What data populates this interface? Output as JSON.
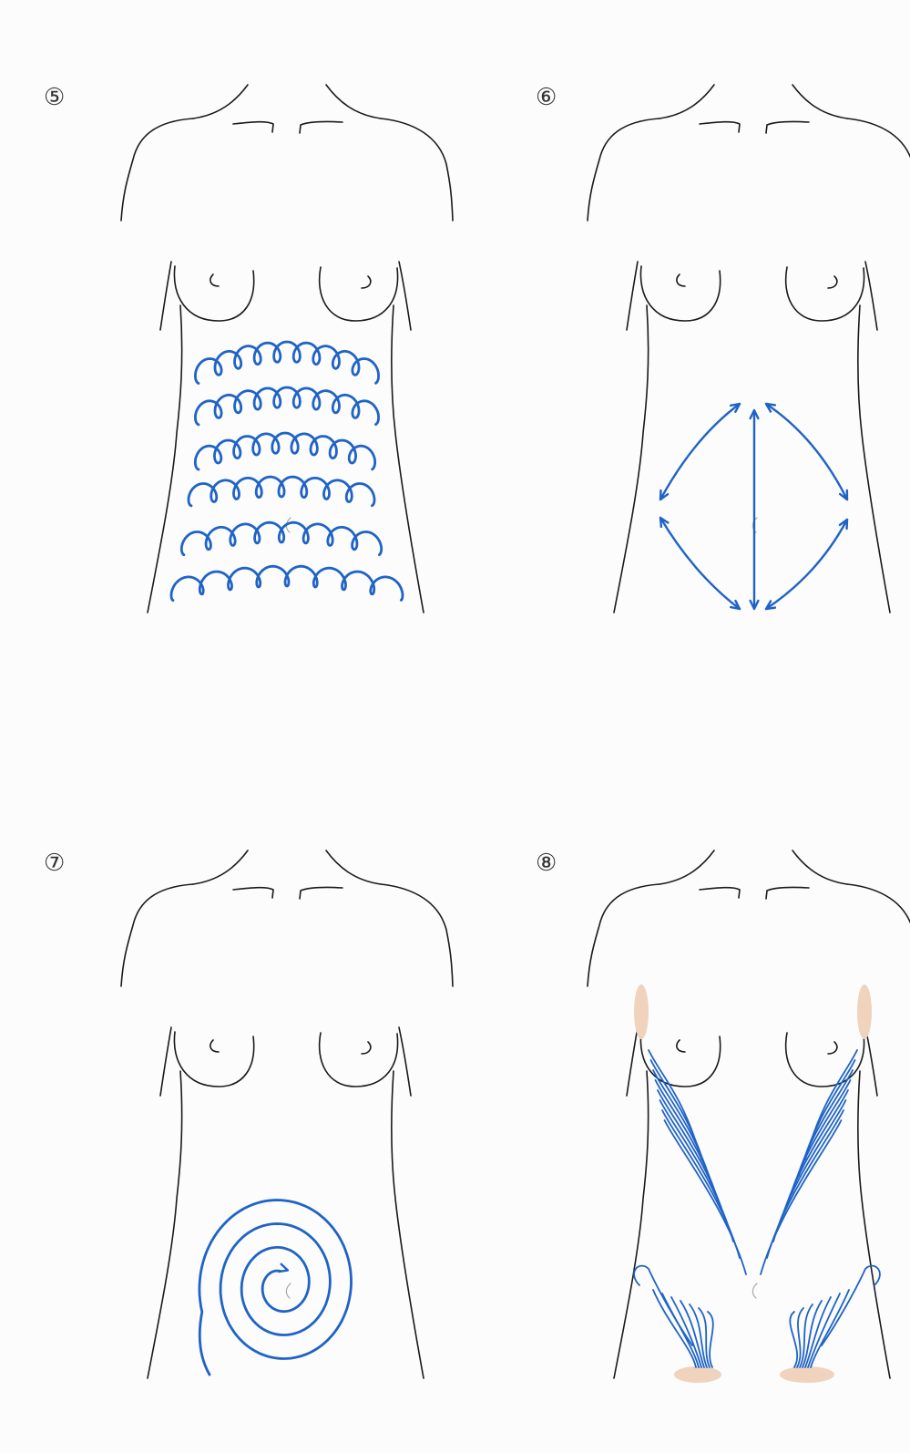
{
  "panels": [
    {
      "id": "p5",
      "label": "⑤",
      "pattern": "spiral-rows"
    },
    {
      "id": "p6",
      "label": "⑥",
      "pattern": "diamond-arrows"
    },
    {
      "id": "p7",
      "label": "⑦",
      "pattern": "circular-spiral"
    },
    {
      "id": "p8",
      "label": "⑧",
      "pattern": "lymph-drainage-strokes"
    }
  ],
  "colors": {
    "outline": "#1a1a1a",
    "stroke": "#1f63c6",
    "highlight": "#efd3bd",
    "background": "#fcfcfc"
  }
}
